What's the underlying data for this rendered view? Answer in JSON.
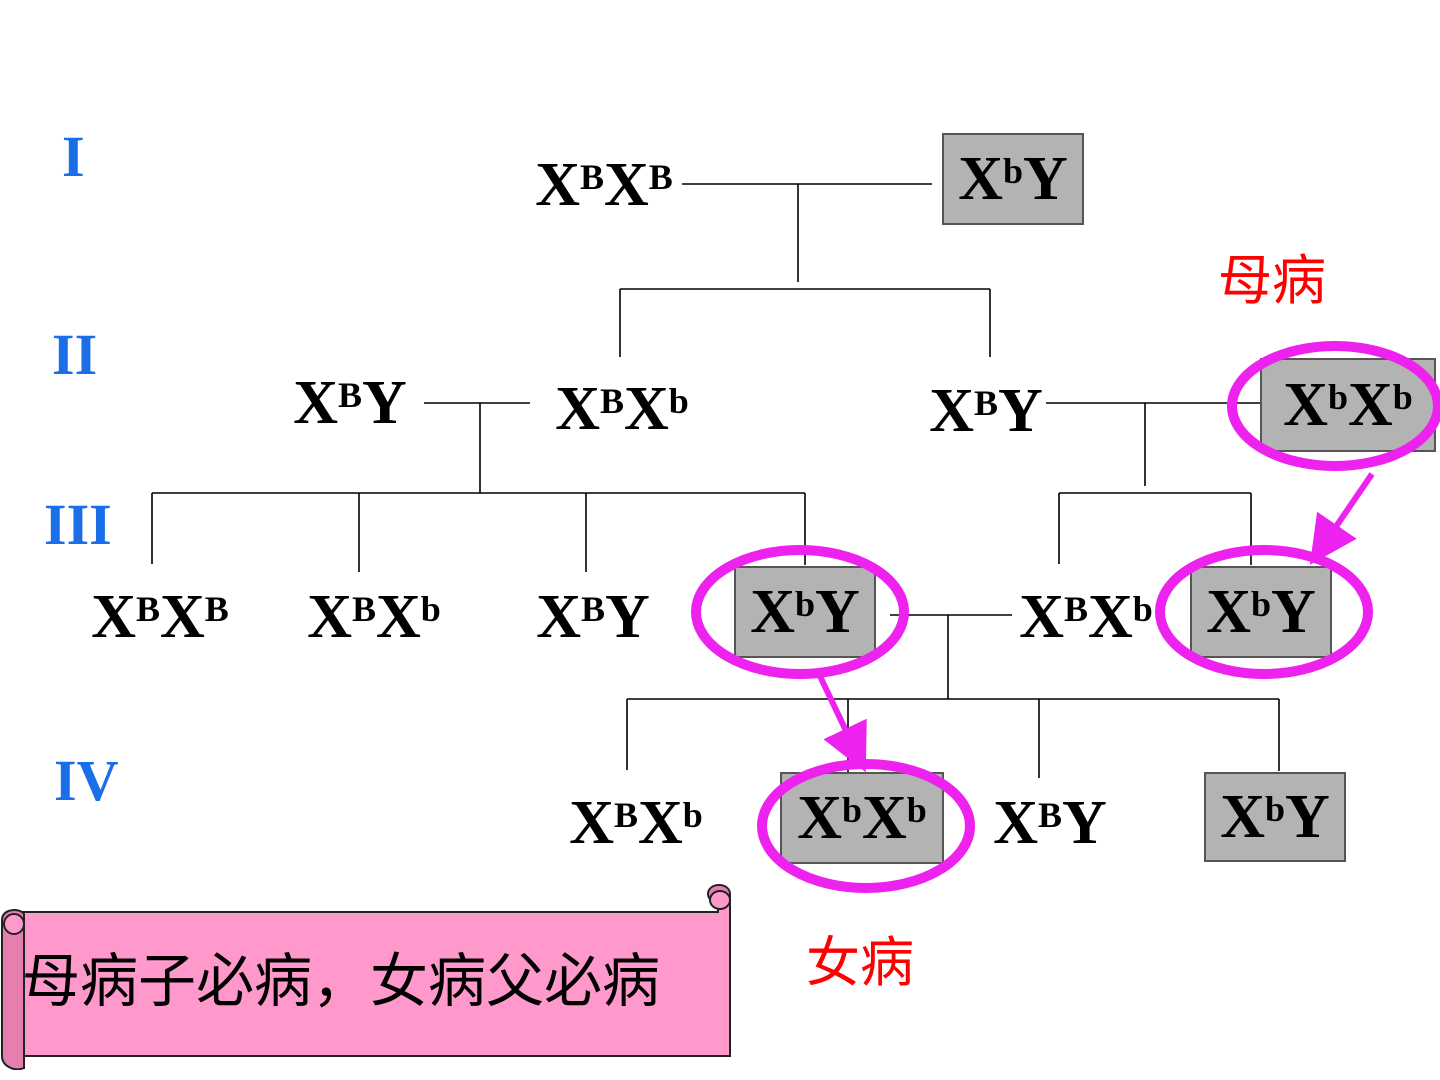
{
  "generations": [
    {
      "id": "g1",
      "label": "I"
    },
    {
      "id": "g2",
      "label": "II"
    },
    {
      "id": "g3",
      "label": "III"
    },
    {
      "id": "g4",
      "label": "IV"
    }
  ],
  "individuals": [
    {
      "id": "i1a",
      "x1": "X",
      "s1": "B",
      "x2": "X",
      "s2": "B",
      "affected": false
    },
    {
      "id": "i1b",
      "x1": "X",
      "s1": "b",
      "x2": "Y",
      "s2": "",
      "affected": true
    },
    {
      "id": "i2a",
      "x1": "X",
      "s1": "B",
      "x2": "Y",
      "s2": "",
      "affected": false
    },
    {
      "id": "i2b",
      "x1": "X",
      "s1": "B",
      "x2": "X",
      "s2": "b",
      "affected": false
    },
    {
      "id": "i2c",
      "x1": "X",
      "s1": "B",
      "x2": "Y",
      "s2": "",
      "affected": false
    },
    {
      "id": "i2d",
      "x1": "X",
      "s1": "b",
      "x2": "X",
      "s2": "b",
      "affected": true
    },
    {
      "id": "i3a",
      "x1": "X",
      "s1": "B",
      "x2": "X",
      "s2": "B",
      "affected": false
    },
    {
      "id": "i3b",
      "x1": "X",
      "s1": "B",
      "x2": "X",
      "s2": "b",
      "affected": false
    },
    {
      "id": "i3c",
      "x1": "X",
      "s1": "B",
      "x2": "Y",
      "s2": "",
      "affected": false
    },
    {
      "id": "i3d",
      "x1": "X",
      "s1": "b",
      "x2": "Y",
      "s2": "",
      "affected": true
    },
    {
      "id": "i3e",
      "x1": "X",
      "s1": "B",
      "x2": "X",
      "s2": "b",
      "affected": false
    },
    {
      "id": "i3f",
      "x1": "X",
      "s1": "b",
      "x2": "Y",
      "s2": "",
      "affected": true
    },
    {
      "id": "i4a",
      "x1": "X",
      "s1": "B",
      "x2": "X",
      "s2": "b",
      "affected": false
    },
    {
      "id": "i4b",
      "x1": "X",
      "s1": "b",
      "x2": "X",
      "s2": "b",
      "affected": true
    },
    {
      "id": "i4c",
      "x1": "X",
      "s1": "B",
      "x2": "Y",
      "s2": "",
      "affected": false
    },
    {
      "id": "i4d",
      "x1": "X",
      "s1": "b",
      "x2": "Y",
      "s2": "",
      "affected": true
    }
  ],
  "notes": {
    "mother_affected": "母病",
    "daughter_affected": "女病"
  },
  "banner": {
    "text": "母病子必病，女病父必病"
  },
  "colors": {
    "generation_label": "#1a6ee8",
    "note": "#ff0000",
    "highlight": "#ee22ee",
    "affected_fill": "#b3b3b3",
    "banner_fill": "#ff99cc"
  }
}
